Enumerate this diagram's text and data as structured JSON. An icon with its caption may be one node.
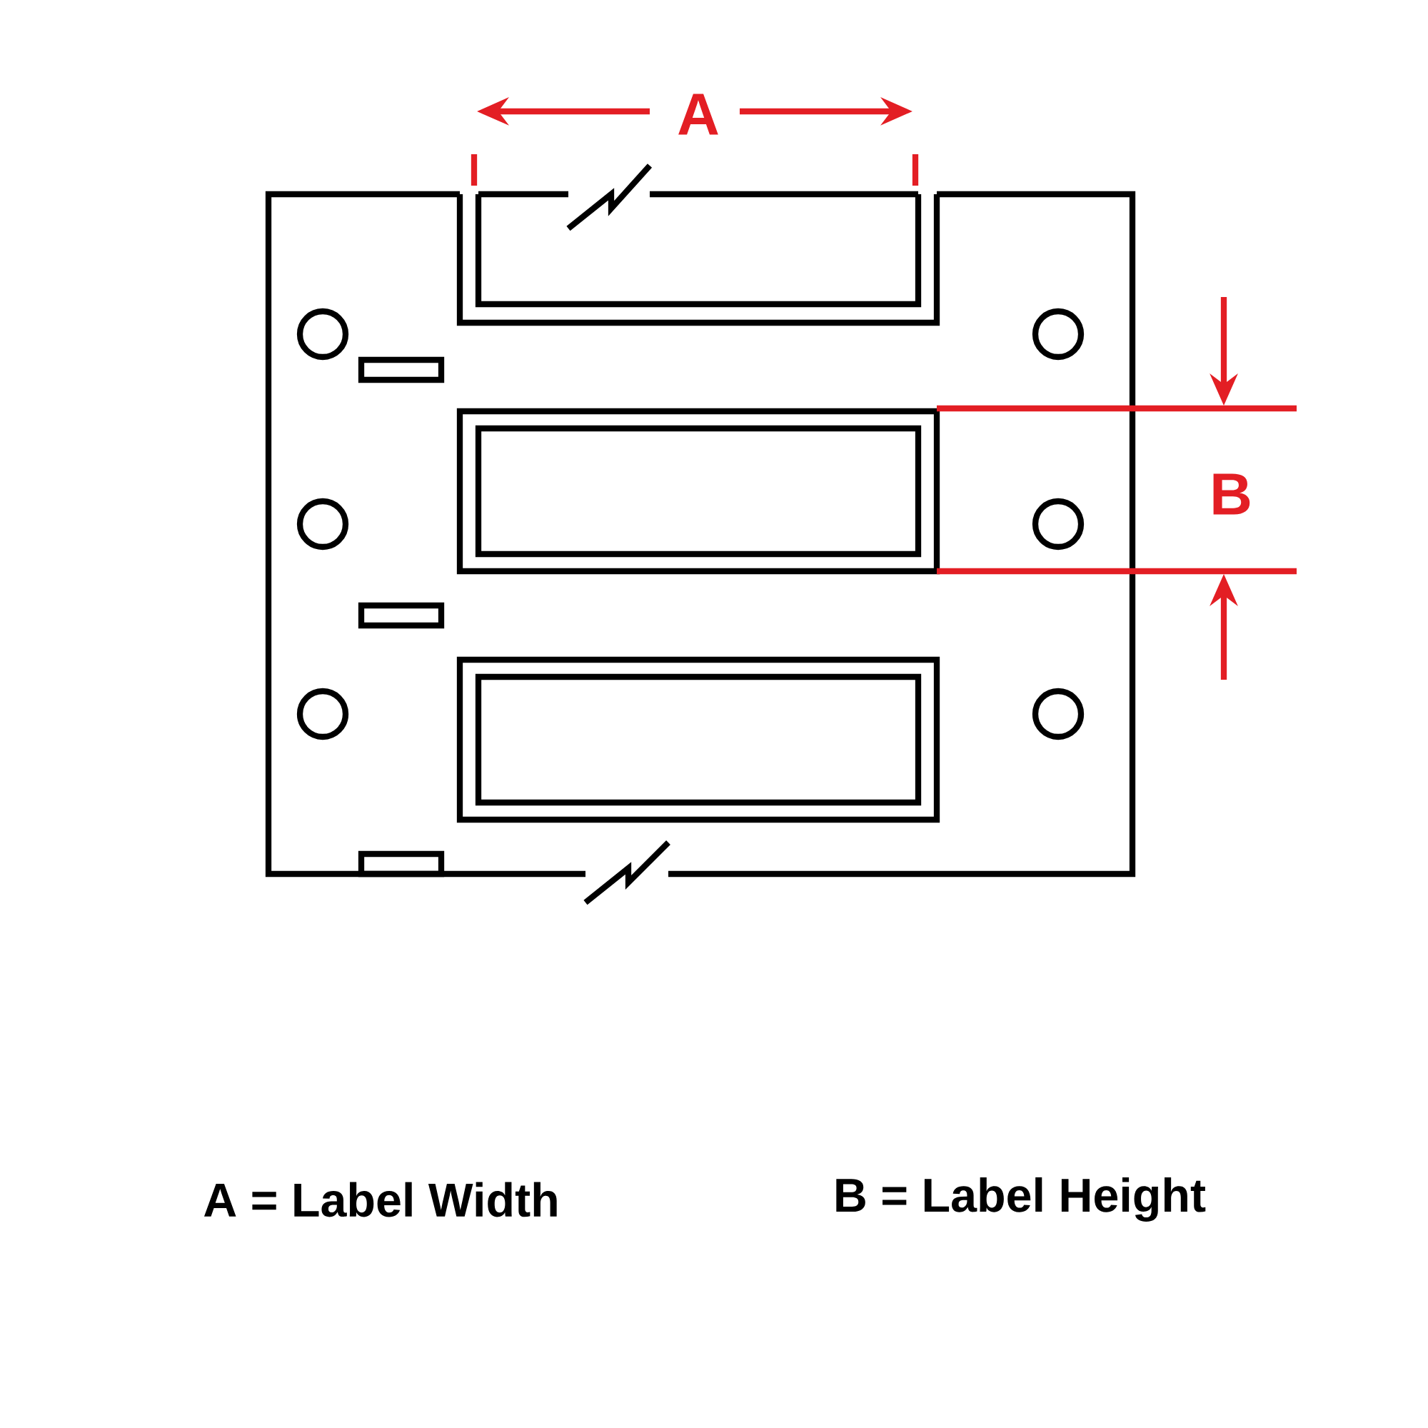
{
  "diagram": {
    "labels": [
      "A",
      "B",
      "A = Label Width",
      "B = Label Height"
    ]
  }
}
